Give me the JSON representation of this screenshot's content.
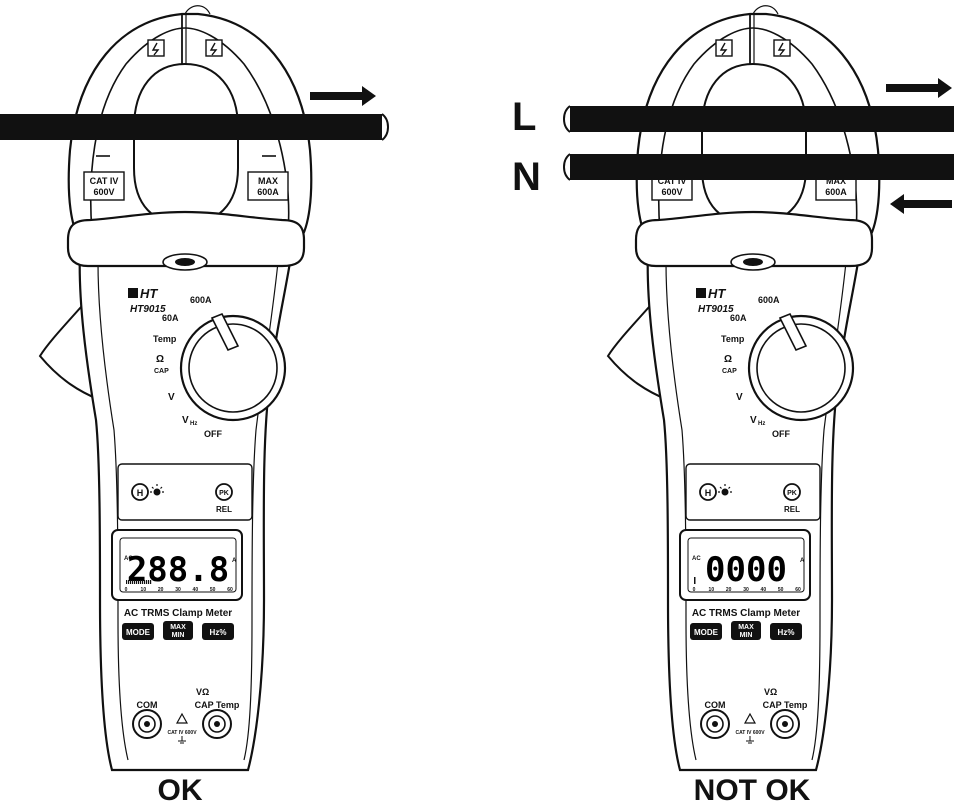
{
  "panels": [
    {
      "id": "ok",
      "caption": "OK",
      "brand": "HT",
      "model": "HT9015",
      "dial": {
        "range_600a": "600A",
        "range_60a": "60A",
        "temp": "Temp",
        "ohm": "Ω",
        "cap": "CAP",
        "vdc": "V",
        "vac": "V",
        "hz": "Hz",
        "off": "OFF"
      },
      "buttons": {
        "hold": "H",
        "pk": "PK",
        "rel": "REL",
        "mode": "MODE",
        "max": "MAX",
        "min": "MIN",
        "hz": "Hz%"
      },
      "display": {
        "ac": "AC",
        "value": "288.8",
        "unit": "A",
        "bargraph": [
          "0",
          "10",
          "20",
          "30",
          "40",
          "50",
          "60"
        ],
        "bar_fill": 0.25
      },
      "subtitle": "AC TRMS Clamp Meter",
      "jaw": {
        "cat_line1": "CAT IV",
        "cat_line2": "600V",
        "max_line1": "MAX",
        "max_line2": "600A"
      },
      "terminals": {
        "com": "COM",
        "v_label": "VΩ",
        "cap_temp": "CAP Temp",
        "cat": "CAT IV 600V"
      },
      "conductors": [
        {
          "label": "",
          "direction": "right"
        }
      ]
    },
    {
      "id": "not-ok",
      "caption": "NOT OK",
      "brand": "HT",
      "model": "HT9015",
      "dial": {
        "range_600a": "600A",
        "range_60a": "60A",
        "temp": "Temp",
        "ohm": "Ω",
        "cap": "CAP",
        "vdc": "V",
        "vac": "V",
        "hz": "Hz",
        "off": "OFF"
      },
      "buttons": {
        "hold": "H",
        "pk": "PK",
        "rel": "REL",
        "mode": "MODE",
        "max": "MAX",
        "min": "MIN",
        "hz": "Hz%"
      },
      "display": {
        "ac": "AC",
        "value": "0000",
        "unit": "A",
        "bargraph": [
          "0",
          "10",
          "20",
          "30",
          "40",
          "50",
          "60"
        ],
        "bar_fill": 0.0
      },
      "subtitle": "AC TRMS Clamp Meter",
      "jaw": {
        "cat_line1": "CAT IV",
        "cat_line2": "600V",
        "max_line1": "MAX",
        "max_line2": "600A"
      },
      "terminals": {
        "com": "COM",
        "v_label": "VΩ",
        "cap_temp": "CAP Temp",
        "cat": "CAT IV 600V"
      },
      "conductors": [
        {
          "label": "L",
          "direction": "right"
        },
        {
          "label": "N",
          "direction": "left"
        }
      ]
    }
  ],
  "colors": {
    "ink": "#111111",
    "paper": "#ffffff"
  }
}
